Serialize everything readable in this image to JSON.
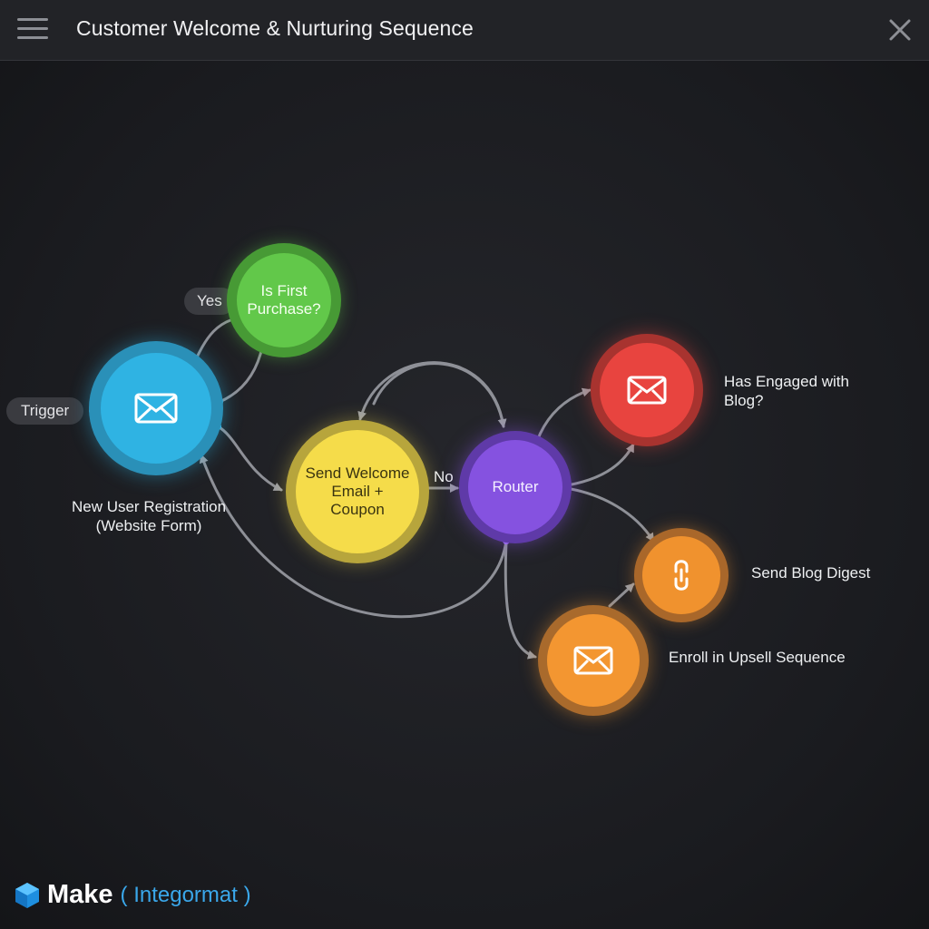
{
  "header": {
    "title": "Customer Welcome & Nurturing Sequence",
    "menu_icon": "hamburger-menu-icon",
    "close_icon": "close-icon"
  },
  "labels": {
    "trigger": "Trigger",
    "yes": "Yes",
    "no": "No"
  },
  "nodes": {
    "trigger": {
      "icon": "envelope-icon",
      "caption": "New User Registration\n(Website Form)",
      "color": "#2fb3e3"
    },
    "first_purchase": {
      "label": "Is First\nPurchase?",
      "color": "#62c84a"
    },
    "welcome": {
      "label": "Send Welcome\nEmail +\nCoupon",
      "color": "#f5dc4a"
    },
    "router": {
      "label": "Router",
      "color": "#8552e0"
    },
    "engaged": {
      "icon": "envelope-icon",
      "caption": "Has Engaged with\nBlog?",
      "color": "#e8443f"
    },
    "digest": {
      "icon": "link-icon",
      "caption": "Send Blog Digest",
      "color": "#f0922e"
    },
    "upsell": {
      "icon": "envelope-icon",
      "caption": "Enroll in Upsell Sequence",
      "color": "#f39631"
    }
  },
  "brand": {
    "logo_icon": "make-logo-icon",
    "name": "Make",
    "subtitle": "( Integormat )",
    "name_color": "#ffffff",
    "subtitle_color": "#3aa7ea"
  }
}
